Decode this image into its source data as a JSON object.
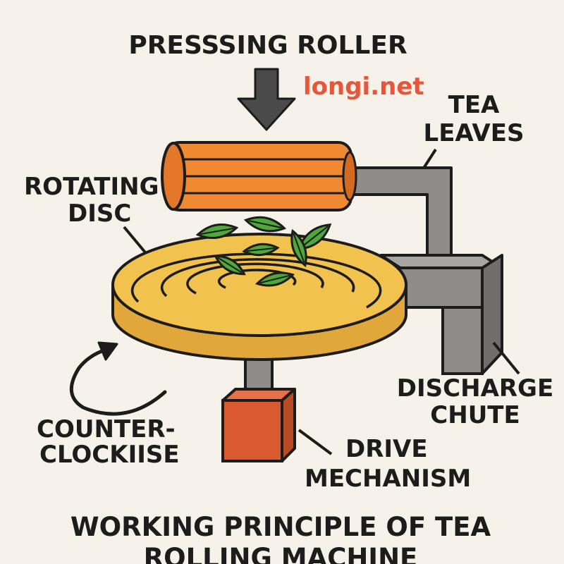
{
  "labels": {
    "pressing_roller": "PRESSSING ROLLER",
    "tea_leaves_line1": "TEA",
    "tea_leaves_line2": "LEAVES",
    "rotating_disc_line1": "ROTATING",
    "rotating_disc_line2": "DISC",
    "discharge_chute_line1": "DISCHARGE",
    "discharge_chute_line2": "CHUTE",
    "counter_clockwise_line1": "COUNTER-",
    "counter_clockwise_line2": "CLOCKIISE",
    "drive_mechanism_line1": "DRIVE",
    "drive_mechanism_line2": "MECHANISM"
  },
  "title": {
    "line1": "WORKING PRINCIPLE OF TEA",
    "line2": "ROLLING MACHINE"
  },
  "watermark": "longi.net",
  "colors": {
    "background": "#f6f2e9",
    "disc": "#f2c24f",
    "disc_side": "#e2a73a",
    "roller": "#f08a32",
    "chute": "#8d8c89",
    "drive_box": "#d85a2e",
    "leaf": "#4fa83a",
    "watermark": "#e8553a",
    "outline": "#1c1c1c"
  },
  "icons": {
    "press_arrow": "down-arrow-icon",
    "rotation_arrow": "counter-clockwise-arrow-icon"
  }
}
